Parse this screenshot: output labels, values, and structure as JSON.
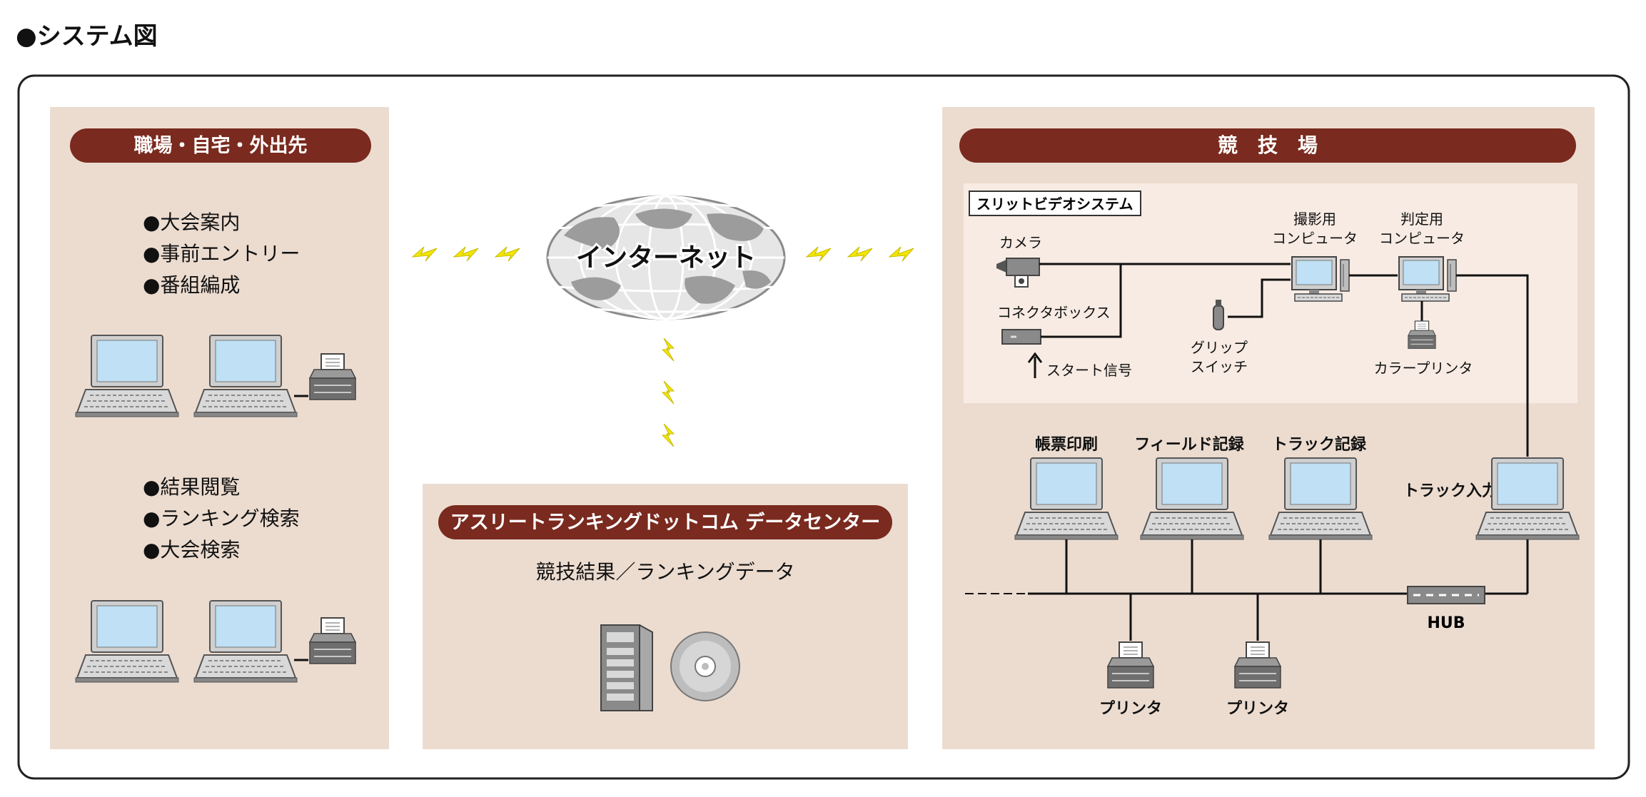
{
  "page_title": "●システム図",
  "left_panel": {
    "header": "職場・自宅・外出先",
    "group1": [
      "●大会案内",
      "●事前エントリー",
      "●番組編成"
    ],
    "group2": [
      "●結果閲覧",
      "●ランキング検索",
      "●大会検索"
    ]
  },
  "internet": {
    "label": "インターネット"
  },
  "datacenter": {
    "header": "アスリートランキングドットコム データセンター",
    "subtitle": "競技結果／ランキングデータ"
  },
  "venue": {
    "header": "競　技　場",
    "slit_video": {
      "title": "スリットビデオシステム",
      "camera": "カメラ",
      "connector_box": "コネクタボックス",
      "start_signal": "スタート信号",
      "grip_switch_1": "グリップ",
      "grip_switch_2": "スイッチ",
      "shooting_pc_1": "撮影用",
      "shooting_pc_2": "コンピュータ",
      "judging_pc_1": "判定用",
      "judging_pc_2": "コンピュータ",
      "color_printer": "カラープリンタ"
    },
    "lan": {
      "form_print": "帳票印刷",
      "field_record": "フィールド記録",
      "track_record": "トラック記録",
      "track_input": "トラック入力",
      "hub": "HUB",
      "printer_1": "プリンタ",
      "printer_2": "プリンタ"
    }
  },
  "colors": {
    "panel_bg": "#ecdcd0",
    "inner_bg": "#f7ebe3",
    "header_bg": "#7a2a1e",
    "header_text": "#ffffff",
    "lightning": "#f2e600",
    "screen": "#bfe0f5"
  }
}
